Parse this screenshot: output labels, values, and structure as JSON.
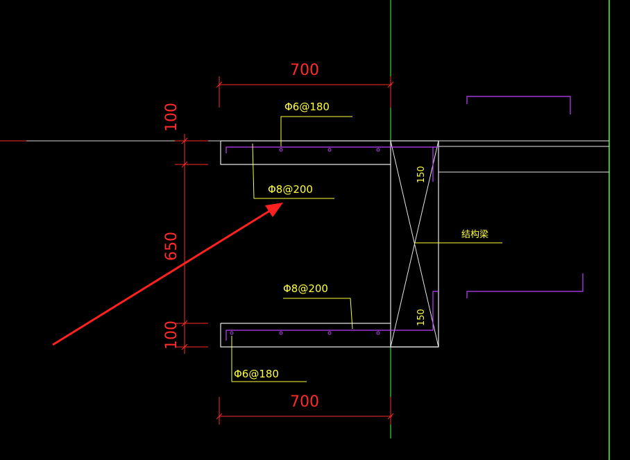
{
  "colors": {
    "background": "#000000",
    "outline": "#e8e8e8",
    "rebar": "#c040ff",
    "dimension": "#ff2a2a",
    "annotation": "#ffff3a",
    "grid": "#40ff40",
    "arrow": "#ff2020"
  },
  "dimensions": {
    "top_width": "700",
    "bottom_width": "700",
    "top_thickness": "100",
    "height": "650",
    "bottom_thickness": "100",
    "beam_top": "150",
    "beam_bottom": "150"
  },
  "labels": {
    "top_rebar": "Φ6@180",
    "top_distribution": "Φ8@200",
    "bottom_distribution": "Φ8@200",
    "bottom_rebar": "Φ6@180",
    "structural_beam": "结构梁"
  },
  "icons": {
    "pointer": "red-arrow-icon"
  }
}
